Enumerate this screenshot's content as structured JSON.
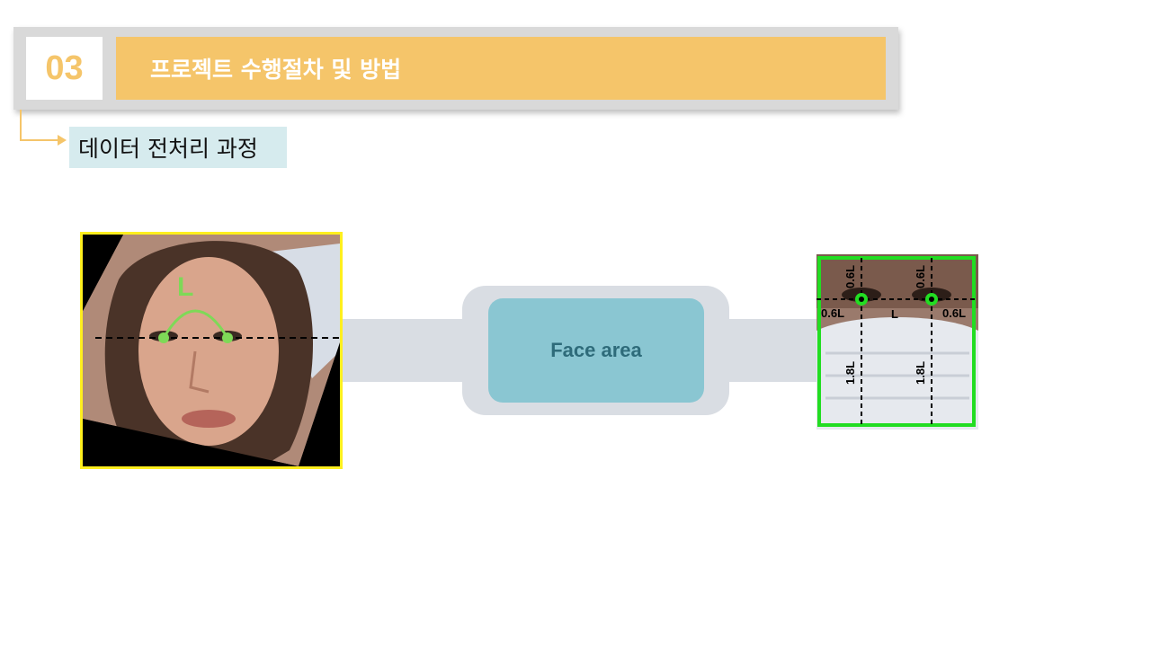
{
  "header": {
    "number": "03",
    "title": "프로젝트 수행절차 및 방법"
  },
  "subtitle": "데이터 전처리 과정",
  "left_image": {
    "measure_label": "L"
  },
  "process": {
    "label": "Face area"
  },
  "right_image": {
    "label_top_left": "0.6L",
    "label_top_right": "0.6L",
    "label_left": "0.6L",
    "label_center": "L",
    "label_right": "0.6L",
    "label_bottom_left": "1.8L",
    "label_bottom_right": "1.8L"
  },
  "colors": {
    "accent": "#f5c56a",
    "subtitle_bg": "#d6ebee",
    "process_fill": "#8ac6d2",
    "process_text": "#2e6b7a",
    "frame_yellow": "#ffef1e",
    "landmark_green": "#7ed957",
    "box_green": "#22dd22"
  }
}
